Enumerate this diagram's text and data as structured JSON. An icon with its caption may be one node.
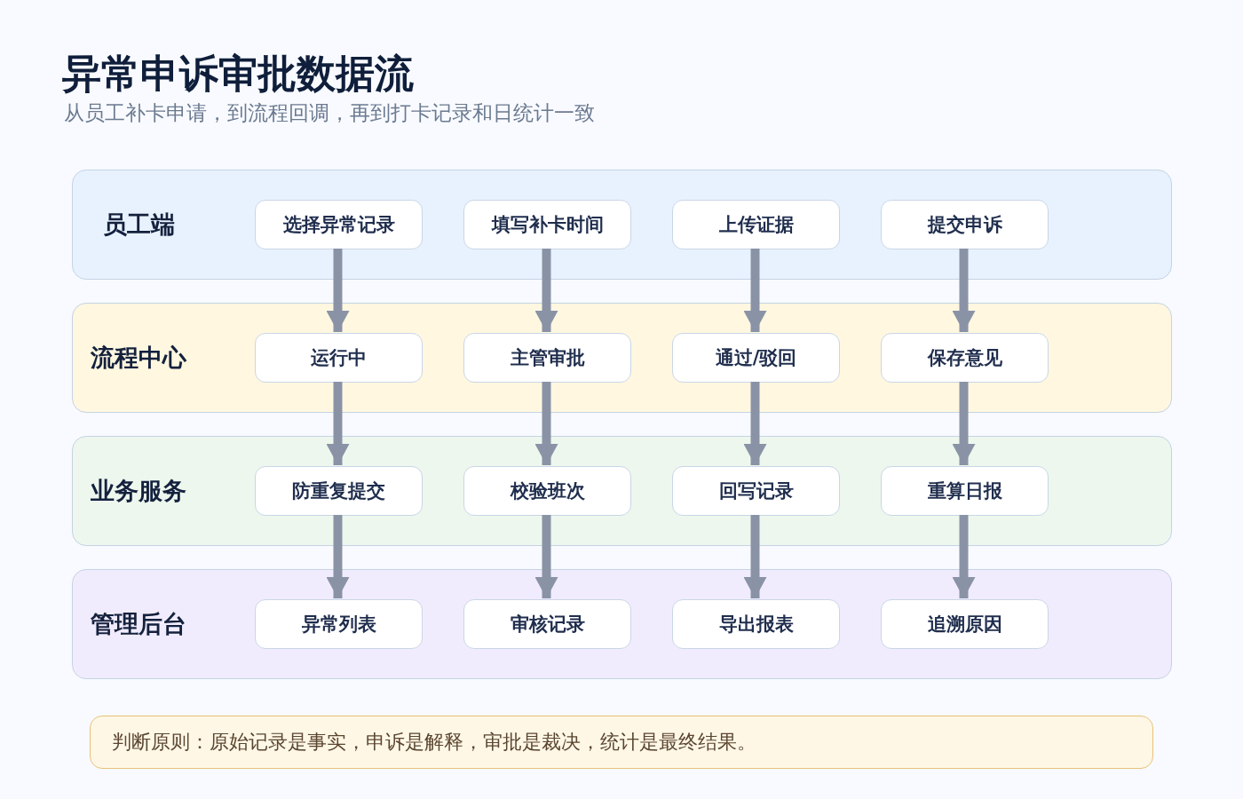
{
  "diagram": {
    "title": "异常申诉审批数据流",
    "caption": "从员工补卡申请，到流程回调，再到打卡记录和日统计一致",
    "nodes": [
      {
        "text": [
          "员工端"
        ]
      },
      {
        "text": [
          "选择异常记录"
        ],
        "in": 0
      },
      {
        "text": [
          "填写补卡时间"
        ],
        "in": 0
      },
      {
        "text": [
          "上传证据"
        ],
        "in": 0
      },
      {
        "text": [
          "提交申诉"
        ],
        "in": 0
      },
      {
        "text": [
          "流程中心"
        ]
      },
      {
        "text": [
          "运行中"
        ],
        "in": 5
      },
      {
        "text": [
          "主管审批"
        ],
        "in": 5
      },
      {
        "text": [
          "通过/驳回"
        ],
        "in": 5
      },
      {
        "text": [
          "保存意见"
        ],
        "in": 5
      },
      {
        "text": [
          "业务服务"
        ]
      },
      {
        "text": [
          "防重复提交"
        ],
        "in": 10
      },
      {
        "text": [
          "校验班次"
        ],
        "in": 10
      },
      {
        "text": [
          "回写记录"
        ],
        "in": 10
      },
      {
        "text": [
          "重算日报"
        ],
        "in": 10
      },
      {
        "text": [
          "管理后台"
        ]
      },
      {
        "text": [
          "异常列表"
        ],
        "in": 15
      },
      {
        "text": [
          "审核记录"
        ],
        "in": 15
      },
      {
        "text": [
          "导出报表"
        ],
        "in": 15
      },
      {
        "text": [
          "追溯原因"
        ],
        "in": 15
      },
      {
        "text": [
          "判断原则：原始记录是事实，申诉是解释，审批是裁决，统计是最终结果。"
        ]
      }
    ],
    "edges": [
      {
        "from": 1,
        "to": 6,
        "arrow": "to"
      },
      {
        "from": 2,
        "to": 7,
        "arrow": "to"
      },
      {
        "from": 3,
        "to": 8,
        "arrow": "to"
      },
      {
        "from": 4,
        "to": 9,
        "arrow": "to"
      },
      {
        "from": 6,
        "to": 11,
        "arrow": "to"
      },
      {
        "from": 7,
        "to": 12,
        "arrow": "to"
      },
      {
        "from": 8,
        "to": 13,
        "arrow": "to"
      },
      {
        "from": 9,
        "to": 14,
        "arrow": "to"
      },
      {
        "from": 11,
        "to": 16,
        "arrow": "to"
      },
      {
        "from": 12,
        "to": 17,
        "arrow": "to"
      },
      {
        "from": 13,
        "to": 18,
        "arrow": "to"
      },
      {
        "from": 14,
        "to": 19,
        "arrow": "to"
      }
    ]
  }
}
